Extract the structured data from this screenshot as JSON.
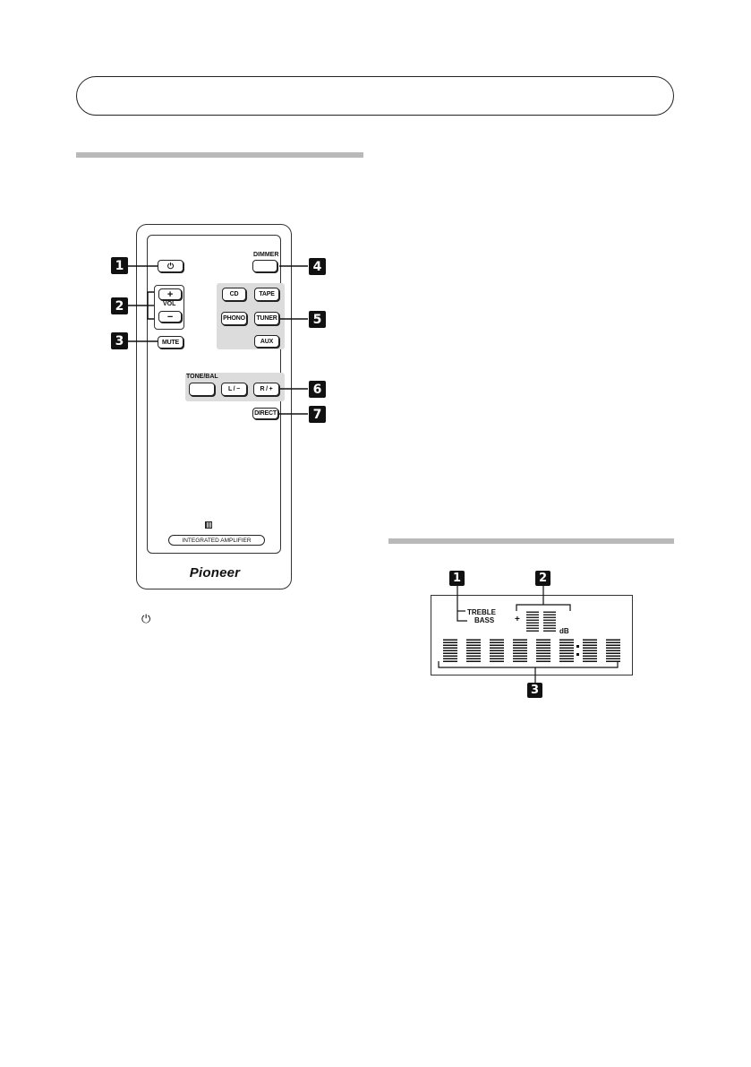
{
  "header": {
    "title": ""
  },
  "remote": {
    "buttons": {
      "power": "⏻",
      "vol_plus": "+",
      "vol_label": "VOL",
      "vol_minus": "−",
      "mute": "MUTE",
      "dimmer": "DIMMER",
      "cd": "CD",
      "tape": "TAPE",
      "phono": "PHONO",
      "tuner": "TUNER",
      "aux": "AUX",
      "tone_bal": "TONE/BAL",
      "l_minus": "L / −",
      "r_plus": "R / +",
      "direct": "DIRECT"
    },
    "product_label": "INTEGRATED AMPLIFIER",
    "brand": "Pioneer",
    "callouts": [
      "1",
      "2",
      "3",
      "4",
      "5",
      "6",
      "7"
    ]
  },
  "power_caption": "⏻",
  "display": {
    "callouts": [
      "1",
      "2",
      "3"
    ],
    "treble": "TREBLE",
    "bass": "BASS",
    "db": "dB",
    "sign": "+"
  },
  "colors": {
    "rule": "#b9b9b9",
    "panel": "#dcdcdc",
    "ink": "#111111"
  }
}
